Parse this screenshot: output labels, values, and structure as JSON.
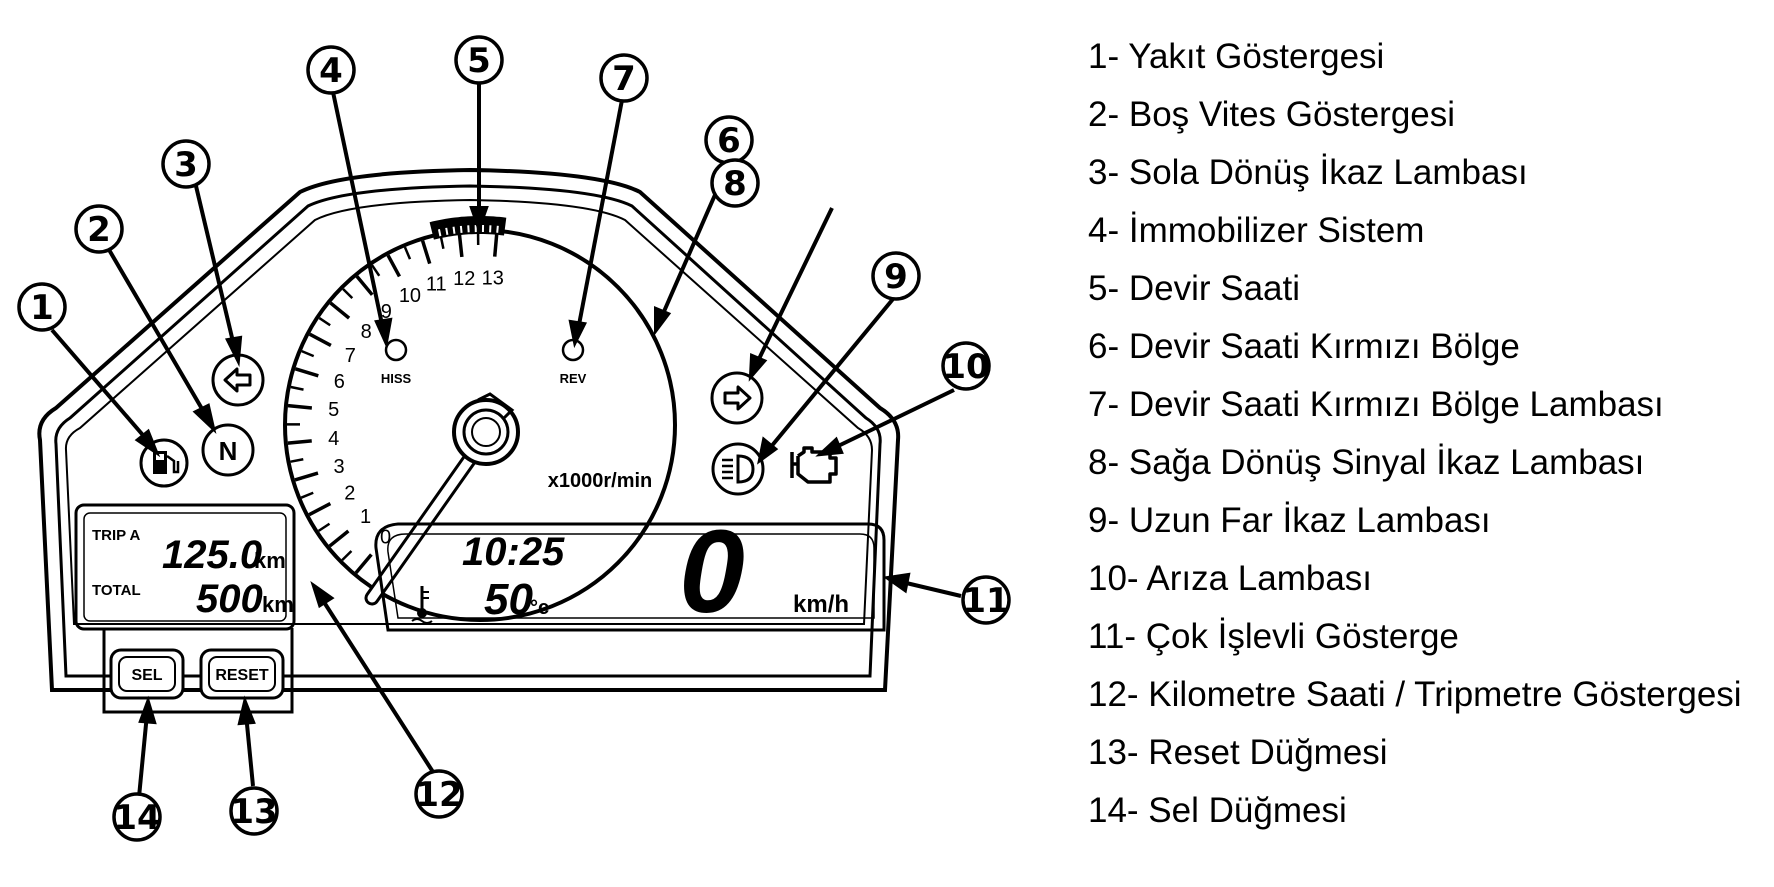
{
  "tachometer": {
    "ticks": [
      "0",
      "1",
      "2",
      "3",
      "4",
      "5",
      "6",
      "7",
      "8",
      "9",
      "10",
      "11",
      "12",
      "13"
    ],
    "unit_label": "x1000r/min",
    "hiss_label": "HISS",
    "rev_label": "REV"
  },
  "icons": {
    "fuel": "fuel-pump-icon",
    "neutral_letter": "N",
    "left_turn": "left-arrow-icon",
    "right_turn": "right-arrow-icon",
    "high_beam": "headlight-icon",
    "malfunction": "engine-icon",
    "temperature": "thermometer-icon"
  },
  "odometer": {
    "trip_label": "TRIP A",
    "trip_value": "125.0",
    "trip_unit": "km",
    "total_label": "TOTAL",
    "total_value": "500",
    "total_unit": "km"
  },
  "multi_display": {
    "clock": "10:25",
    "temp_value": "50",
    "temp_unit": "°c",
    "speed": "0",
    "speed_unit": "km/h"
  },
  "buttons": {
    "sel": "SEL",
    "reset": "RESET"
  },
  "callouts": [
    "1",
    "2",
    "3",
    "4",
    "5",
    "6",
    "7",
    "8",
    "9",
    "10",
    "11",
    "12",
    "13",
    "14"
  ],
  "legend": [
    "1- Yakıt Göstergesi",
    "2- Boş Vites Göstergesi",
    "3- Sola Dönüş İkaz Lambası",
    "4- İmmobilizer Sistem",
    "5- Devir Saati",
    "6- Devir Saati Kırmızı  Bölge",
    "7- Devir Saati Kırmızı  Bölge  Lambası",
    "8- Sağa Dönüş Sinyal İkaz Lambası",
    "9- Uzun Far İkaz Lambası",
    "10- Arıza Lambası",
    "11- Çok İşlevli Gösterge",
    "12- Kilometre Saati / Tripmetre Göstergesi",
    "13- Reset Düğmesi",
    "14- Sel Düğmesi"
  ]
}
